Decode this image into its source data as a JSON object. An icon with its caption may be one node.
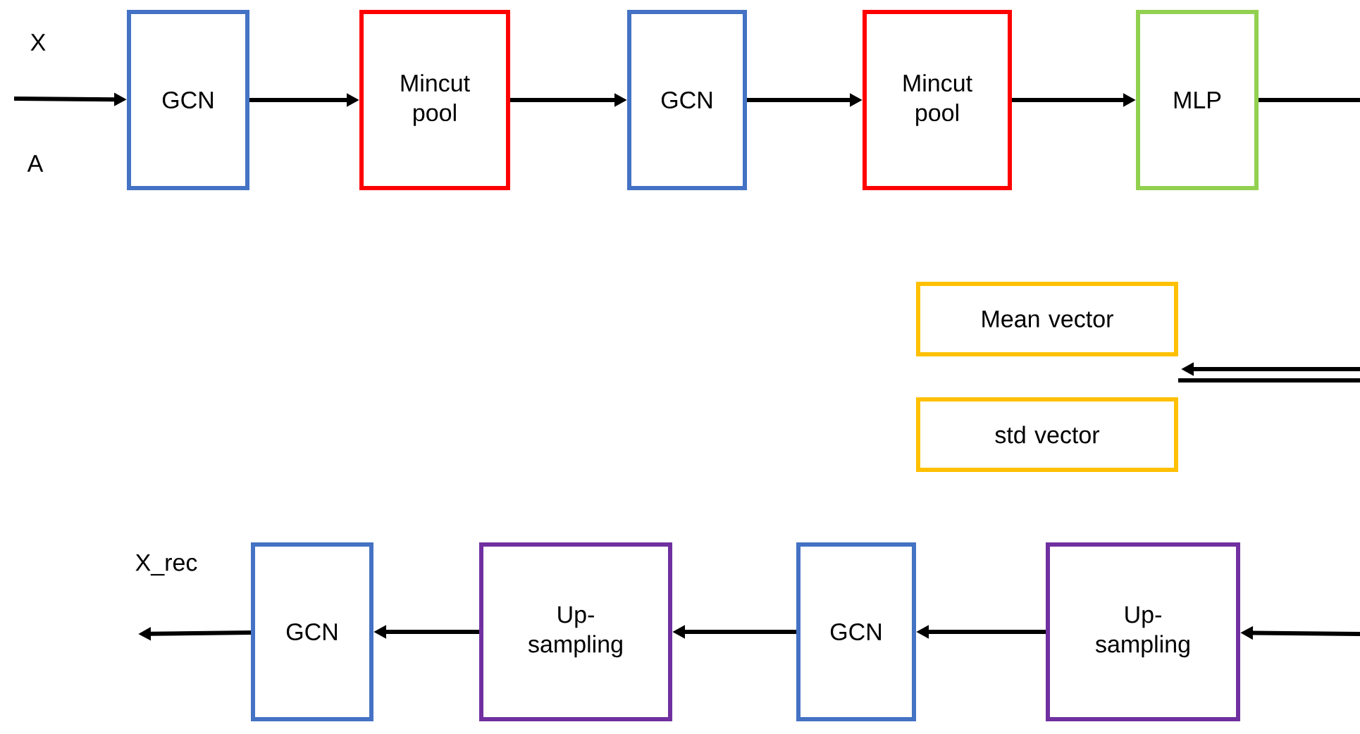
{
  "diagram": {
    "nodes": [
      {
        "text": [
          "GCN"
        ]
      },
      {
        "text": [
          "Mincut pool"
        ]
      },
      {
        "text": [
          "GCN"
        ]
      },
      {
        "text": [
          "Mincut pool"
        ]
      },
      {
        "text": [
          "MLP"
        ]
      },
      {
        "text": [
          "Mean vector"
        ]
      },
      {
        "text": [
          "std vector"
        ]
      },
      {
        "text": [
          "Up-sampling"
        ]
      },
      {
        "text": [
          "GCN"
        ]
      },
      {
        "text": [
          "Up-sampling"
        ]
      },
      {
        "text": [
          "GCN"
        ]
      }
    ],
    "edges": [
      {
        "from": null,
        "to": 0,
        "arrow": "to"
      },
      {
        "from": 0,
        "to": 1,
        "arrow": "to"
      },
      {
        "from": 1,
        "to": 2,
        "arrow": "to"
      },
      {
        "from": 2,
        "to": 3,
        "arrow": "to"
      },
      {
        "from": 3,
        "to": 4,
        "arrow": "to"
      },
      {
        "from": 4,
        "to": null,
        "arrow": "none"
      },
      {
        "from": null,
        "to": 5,
        "arrow": "to"
      },
      {
        "from": null,
        "to": 6,
        "arrow": "none"
      },
      {
        "from": null,
        "to": 7,
        "arrow": "to"
      },
      {
        "from": 7,
        "to": 8,
        "arrow": "to"
      },
      {
        "from": 8,
        "to": 9,
        "arrow": "to"
      },
      {
        "from": 9,
        "to": 10,
        "arrow": "to"
      },
      {
        "from": 10,
        "to": null,
        "arrow": "to"
      }
    ],
    "labels": [
      "X",
      "A",
      "X_rec"
    ]
  }
}
